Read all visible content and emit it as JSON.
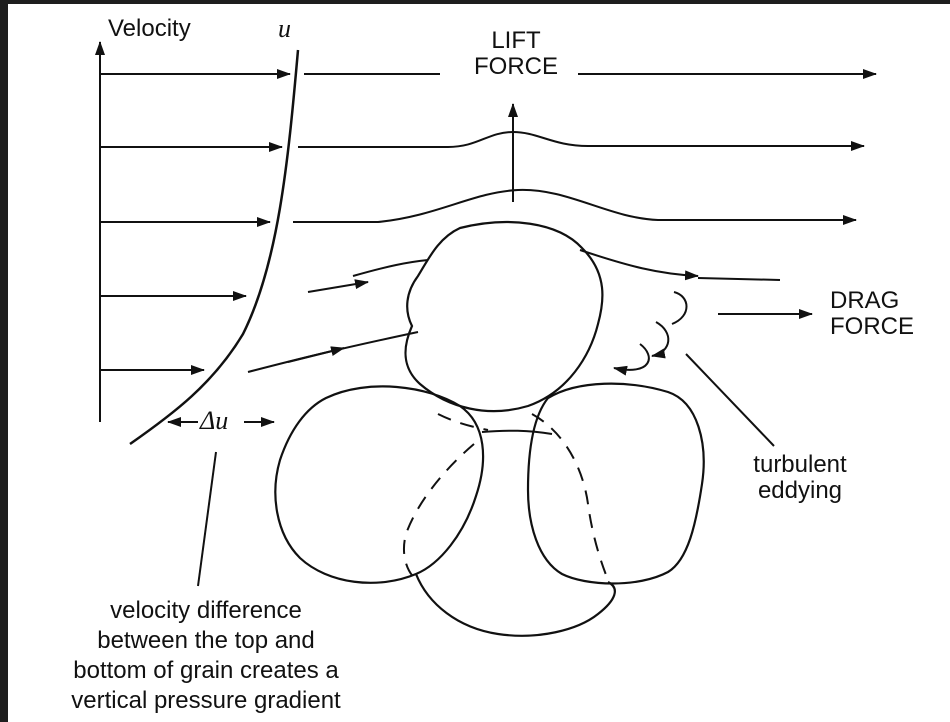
{
  "labels": {
    "velocity_axis": "Velocity",
    "u_symbol": "u",
    "lift_force": "LIFT\nFORCE",
    "drag_force": "DRAG\nFORCE",
    "delta_u": "Δu",
    "turbulent_eddying": "turbulent\neddying",
    "velocity_difference_note": "velocity difference\nbetween the top and\nbottom of grain creates a\nvertical pressure gradient"
  },
  "colors": {
    "background": "#1e1e1e",
    "paper": "#ffffff",
    "ink": "#111111"
  }
}
